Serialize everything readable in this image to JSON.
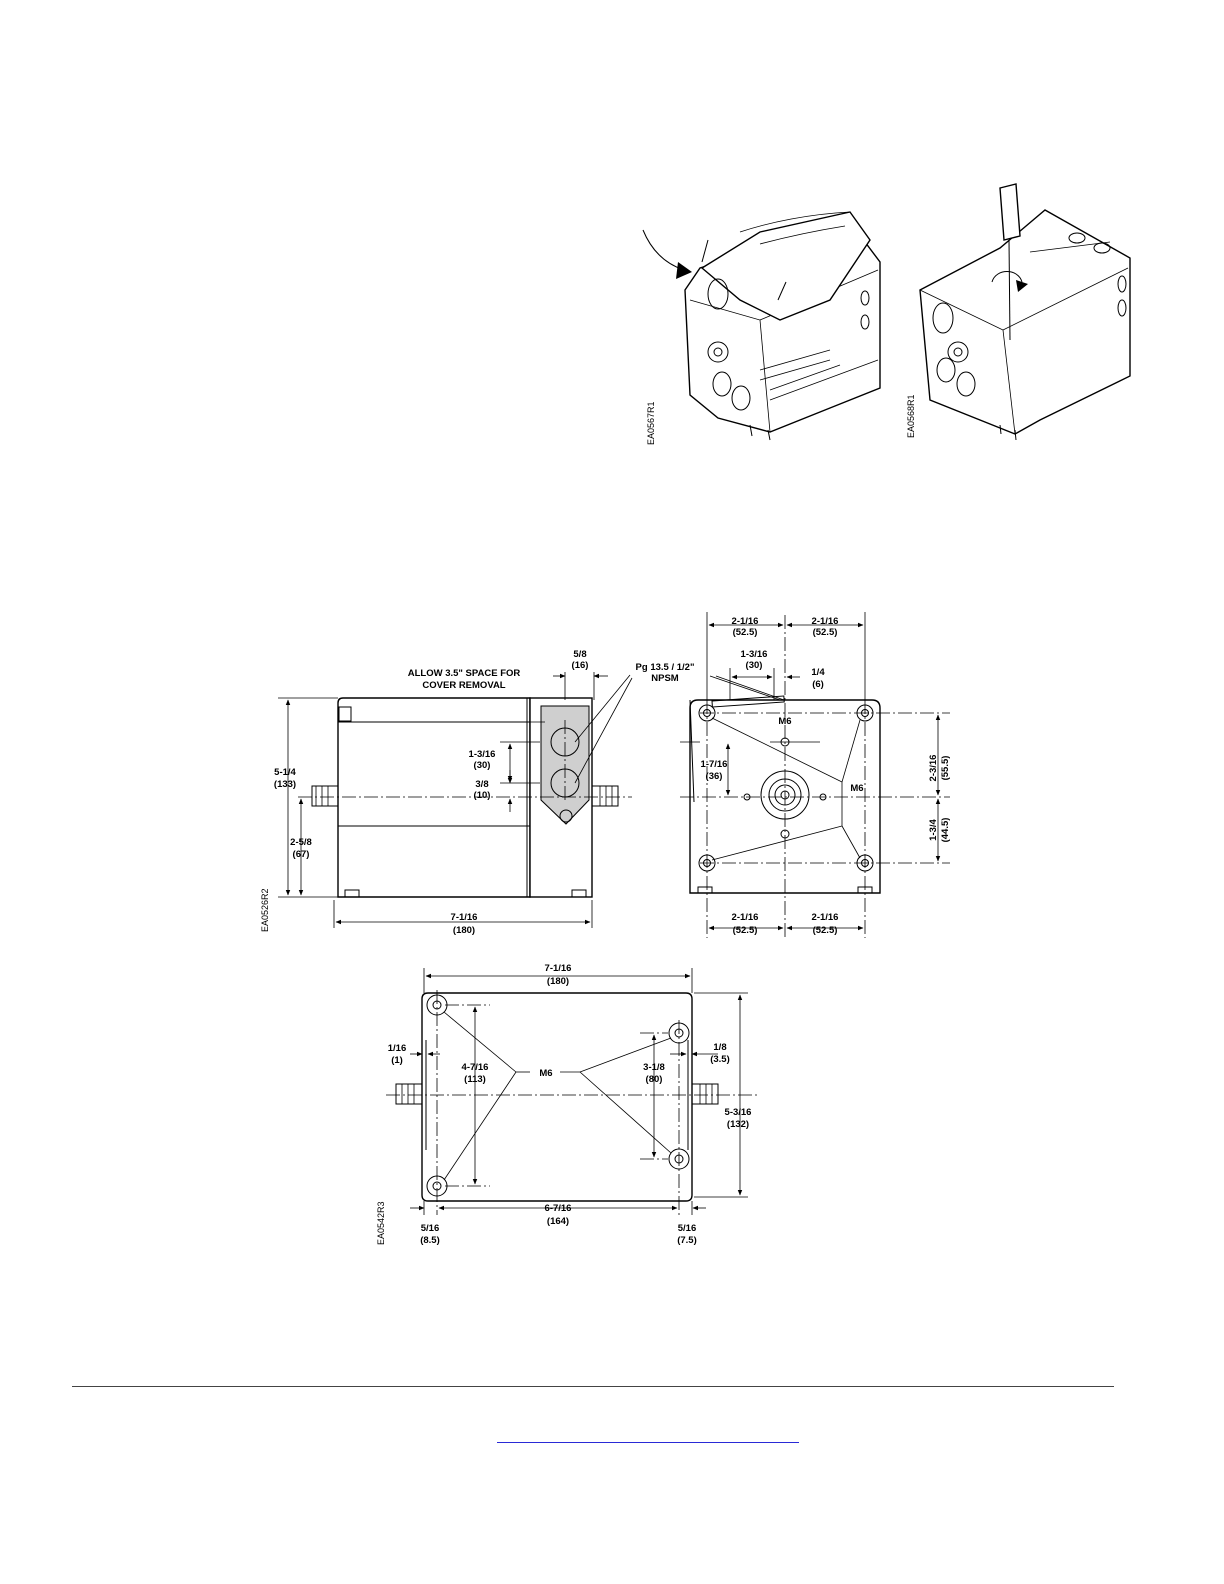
{
  "figures": {
    "photo_left_code": "EA0567R1",
    "photo_right_code": "EA0568R1",
    "front_view_code": "EA0526R2",
    "bottom_view_code": "EA0542R3"
  },
  "front_view": {
    "cover_note_line1": "ALLOW 3.5\" SPACE FOR",
    "cover_note_line2": "COVER REMOVAL",
    "dim_5_8": "5/8",
    "dim_5_8_mm": "(16)",
    "conduit_line1": "Pg 13.5 / 1/2\"",
    "conduit_line2": "NPSM",
    "dim_1_3_16": "1-3/16",
    "dim_1_3_16_mm": "(30)",
    "dim_3_8": "3/8",
    "dim_3_8_mm": "(10)",
    "dim_5_1_4": "5-1/4",
    "dim_5_1_4_mm": "(133)",
    "dim_2_5_8": "2-5/8",
    "dim_2_5_8_mm": "(67)",
    "dim_7_1_16": "7-1/16",
    "dim_7_1_16_mm": "(180)"
  },
  "side_view": {
    "top_left": "2-1/16",
    "top_left_mm": "(52.5)",
    "top_right": "2-1/16",
    "top_right_mm": "(52.5)",
    "dim_1_3_16": "1-3/16",
    "dim_1_3_16_mm": "(30)",
    "dim_1_4": "1/4",
    "dim_1_4_mm": "(6)",
    "m6_small": "M6",
    "dim_1_7_16": "1-7/16",
    "dim_1_7_16_mm": "(36)",
    "m6": "M6",
    "right_upper": "2-3/16",
    "right_upper_mm": "(55.5)",
    "right_lower": "1-3/4",
    "right_lower_mm": "(44.5)",
    "bottom_left": "2-1/16",
    "bottom_left_mm": "(52.5)",
    "bottom_right": "2-1/16",
    "bottom_right_mm": "(52.5)"
  },
  "bottom_view": {
    "top_width": "7-1/16",
    "top_width_mm": "(180)",
    "dim_1_16": "1/16",
    "dim_1_16_mm": "(1)",
    "dim_4_7_16": "4-7/16",
    "dim_4_7_16_mm": "(113)",
    "m6": "M6",
    "dim_3_1_8": "3-1/8",
    "dim_3_1_8_mm": "(80)",
    "dim_1_8": "1/8",
    "dim_1_8_mm": "(3.5)",
    "dim_5_3_16": "5-3/16",
    "dim_5_3_16_mm": "(132)",
    "dim_6_7_16": "6-7/16",
    "dim_6_7_16_mm": "(164)",
    "left_offset": "5/16",
    "left_offset_mm": "(8.5)",
    "right_offset": "5/16",
    "right_offset_mm": "(7.5)"
  }
}
